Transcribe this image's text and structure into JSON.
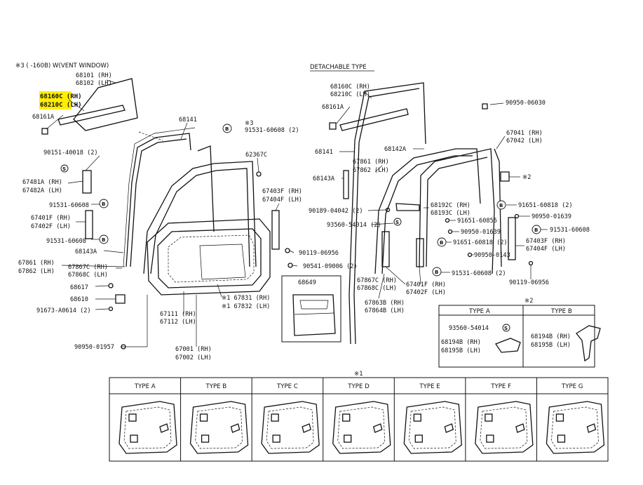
{
  "header": {
    "note_left": "※3 (     -160B) W(VENT WINDOW)",
    "detachable": "DETACHABLE TYPE"
  },
  "highlight_color": "#ffee00",
  "labels": {
    "p68101": "68101 (RH)",
    "p68102": "68102 (LH)",
    "p68160c": "68160C (RH)",
    "p68210c": "68210C (LH)",
    "p68161a": "68161A",
    "p68141": "68141",
    "ref3": "※3",
    "p91531_60608_2": "91531-60608 (2)",
    "p90151": "90151-40018 (2)",
    "p62367c": "62367C",
    "p67481a": "67481A (RH)",
    "p67482a": "67482A (LH)",
    "p91531_a": "91531-60608",
    "p67401f": "67401F (RH)",
    "p67402f": "67402F (LH)",
    "p91531_b": "91531-60608",
    "p68143a": "68143A",
    "p67403f": "67403F (RH)",
    "p67404f": "67404F (LH)",
    "p90119_a": "90119-06956",
    "p67861": "67861 (RH)",
    "p67862": "67862 (LH)",
    "p67867c": "67867C (RH)",
    "p67868c": "67868C (LH)",
    "p90541": "90541-09006 (2)",
    "p68617": "68617",
    "p68610": "68610",
    "p91673": "91673-A0614 (2)",
    "p67831": "※1 67831 (RH)",
    "p67832": "※1 67832 (LH)",
    "p68649": "68649",
    "p67111": "67111 (RH)",
    "p67112": "67112 (LH)",
    "p90950_01957": "90950-01957",
    "p67001": "67001 (RH)",
    "p67002": "67002 (LH)",
    "r68160c": "68160C (RH)",
    "r68210c": "68210C (LH)",
    "r68161a": "68161A",
    "r90950_06030": "90950-06030",
    "r67041": "67041 (RH)",
    "r67042": "67042 (LH)",
    "r68141": "68141",
    "r68142a": "68142A",
    "r67861": "67861 (RH)",
    "r67862": "67862 (LH)",
    "r68143a": "68143A",
    "r_ref2": "※2",
    "r68192c": "68192C (RH)",
    "r68193c": "68193C (LH)",
    "r90189": "90189-04042 (2)",
    "r91651_2": "91651-60818 (2)",
    "r90950_01639a": "90950-01639",
    "r91651": "91651-60855",
    "r93560": "93560-54014 (2)",
    "r90950_01639b": "90950-01639",
    "r91531": "91531-60608",
    "r91651_2b": "91651-60818 (2)",
    "r67403f": "67403F (RH)",
    "r67404f": "67404F (LH)",
    "r90950_0143": "90950-0143",
    "r67867c": "67867C (RH)",
    "r67868c": "67868C (LH)",
    "r91531_2": "91531-60608 (2)",
    "r67401f": "67401F (RH)",
    "r67402f": "67402F (LH)",
    "r90119": "90119-06956",
    "r67863b": "67863B (RH)",
    "r67864b": "67864B (LH)"
  },
  "type_box": {
    "ref": "※2",
    "type_a": "TYPE A",
    "type_b": "TYPE B",
    "a_part": "93560-54014",
    "a_rh": "68194B (RH)",
    "a_lh": "68195B (LH)",
    "b_rh": "68194B (RH)",
    "b_lh": "68195B (LH)"
  },
  "bottom_table": {
    "ref": "※1",
    "types": [
      "TYPE A",
      "TYPE B",
      "TYPE C",
      "TYPE D",
      "TYPE E",
      "TYPE F",
      "TYPE G"
    ]
  },
  "symbols": {
    "b": "B",
    "s": "S"
  }
}
